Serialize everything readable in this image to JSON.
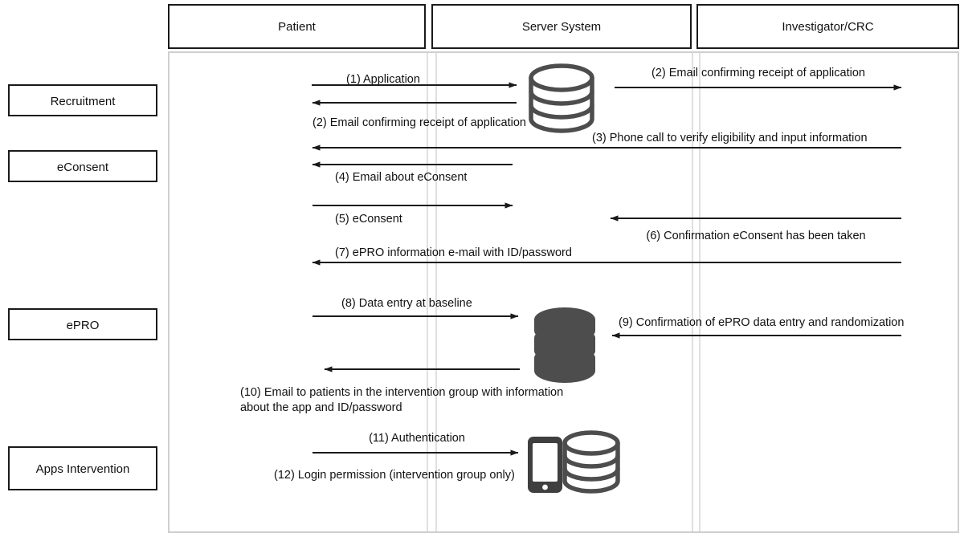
{
  "diagram": {
    "title": "Clinical trial eConsent/ePRO sequence diagram",
    "type": "sequence-diagram",
    "colors": {
      "line": "#1a1a1a",
      "frame": "#cfcfcf",
      "lifeline": "#d2d2d2",
      "icon_dark": "#4d4d4d",
      "background": "#ffffff"
    },
    "actors": [
      {
        "id": "patient",
        "label": "Patient"
      },
      {
        "id": "server",
        "label": "Server System"
      },
      {
        "id": "investigator",
        "label": "Investigator/CRC"
      }
    ],
    "phases": [
      {
        "id": "recruitment",
        "label": "Recruitment"
      },
      {
        "id": "econsent",
        "label": "eConsent"
      },
      {
        "id": "epro",
        "label": "ePRO"
      },
      {
        "id": "apps",
        "label": "Apps Intervention"
      }
    ],
    "messages": [
      {
        "number": "(1)",
        "label": "(1) Application",
        "from": "patient",
        "to": "server",
        "direction": "right",
        "phase": "recruitment"
      },
      {
        "number": "(2)",
        "label": "(2) Email confirming receipt of application",
        "from": "server",
        "to": "patient",
        "direction": "left",
        "phase": "recruitment"
      },
      {
        "number": "(2)",
        "label": "(2) Email confirming receipt of application",
        "from": "server",
        "to": "investigator",
        "direction": "right",
        "phase": "recruitment"
      },
      {
        "number": "(3)",
        "label": "(3) Phone call to verify eligibility and input information",
        "from": "investigator",
        "to": "patient",
        "direction": "left",
        "phase": "econsent"
      },
      {
        "number": "(4)",
        "label": "(4) Email about eConsent",
        "from": "server",
        "to": "patient",
        "direction": "left",
        "phase": "econsent"
      },
      {
        "number": "(5)",
        "label": "(5) eConsent",
        "from": "patient",
        "to": "server",
        "direction": "right",
        "phase": "econsent"
      },
      {
        "number": "(6)",
        "label": "(6) Confirmation eConsent has been taken",
        "from": "investigator",
        "to": "server",
        "direction": "left",
        "phase": "econsent"
      },
      {
        "number": "(7)",
        "label": "(7) ePRO information e-mail with ID/password",
        "from": "investigator",
        "to": "patient",
        "direction": "left",
        "phase": "econsent"
      },
      {
        "number": "(8)",
        "label": "(8) Data entry at baseline",
        "from": "patient",
        "to": "server",
        "direction": "right",
        "phase": "epro"
      },
      {
        "number": "(9)",
        "label": "(9) Confirmation of ePRO data entry and randomization",
        "from": "investigator",
        "to": "server",
        "direction": "left",
        "phase": "epro"
      },
      {
        "number": "(10)",
        "label_line1": "(10) Email to patients in the intervention group with information",
        "label_line2": "about the app and ID/password",
        "from": "server",
        "to": "patient",
        "direction": "left",
        "phase": "epro"
      },
      {
        "number": "(11)",
        "label": "(11) Authentication",
        "from": "patient",
        "to": "server",
        "direction": "right",
        "phase": "apps"
      },
      {
        "number": "(12)",
        "label": "(12) Login permission (intervention group only)",
        "from": "server",
        "to": "patient",
        "direction": "left",
        "phase": "apps"
      }
    ],
    "icons": [
      {
        "id": "database-recruitment",
        "name": "database-icon",
        "style": "outline"
      },
      {
        "id": "database-epro",
        "name": "database-icon",
        "style": "filled"
      },
      {
        "id": "phone-apps",
        "name": "mobile-phone-icon",
        "style": "filled"
      },
      {
        "id": "database-apps",
        "name": "database-icon",
        "style": "outline"
      }
    ]
  }
}
